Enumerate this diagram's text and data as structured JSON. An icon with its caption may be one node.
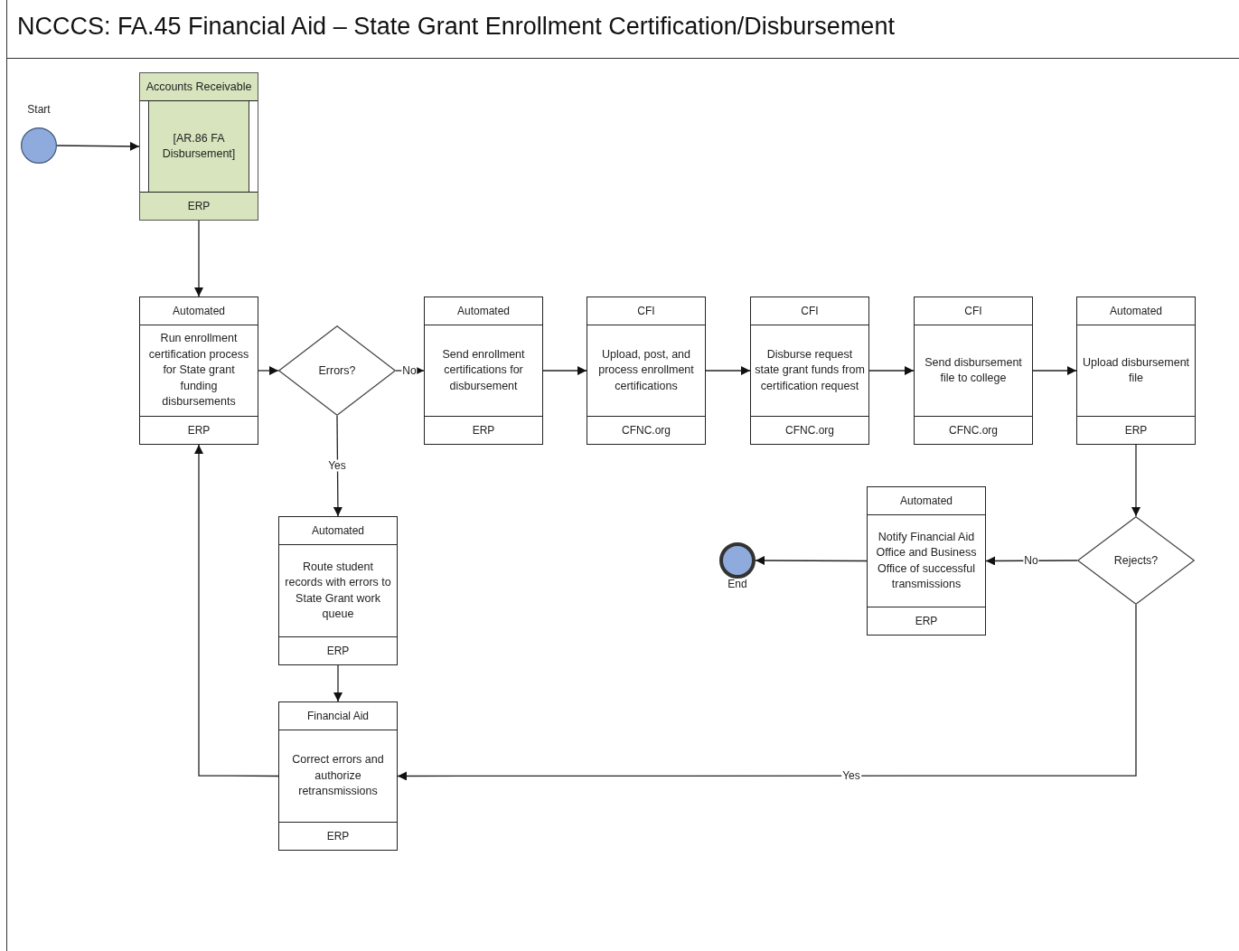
{
  "diagram": {
    "title": "NCCCS: FA.45 Financial Aid – State Grant Enrollment Certification/Disbursement",
    "nodes": [
      {
        "text": [],
        "shape": "circle",
        "beside": [
          "Start"
        ]
      },
      {
        "text": [
          "Accounts Receivable",
          "[AR.86 FA Disbursement]",
          "ERP"
        ]
      },
      {
        "text": [
          "Automated",
          "Run enrollment certification process for State grant funding disbursements",
          "ERP"
        ]
      },
      {
        "text": [
          "Errors?"
        ]
      },
      {
        "text": [
          "Automated",
          "Send enrollment certifications for disbursement",
          "ERP"
        ]
      },
      {
        "text": [
          "CFI",
          "Upload, post, and process enrollment certifications",
          "CFNC.org"
        ]
      },
      {
        "text": [
          "CFI",
          "Disburse request state grant funds from certification request",
          "CFNC.org"
        ]
      },
      {
        "text": [
          "CFI",
          "Send disbursement file to college",
          "CFNC.org"
        ]
      },
      {
        "text": [
          "Automated",
          "Upload disbursement file",
          "ERP"
        ]
      },
      {
        "text": [
          "Rejects?"
        ]
      },
      {
        "text": [
          "Automated",
          "Notify Financial Aid Office and Business Office of successful transmissions",
          "ERP"
        ]
      },
      {
        "text": [],
        "shape": "circle",
        "beside": [
          "End"
        ]
      },
      {
        "text": [
          "Automated",
          "Route student records with errors to State Grant work queue",
          "ERP"
        ]
      },
      {
        "text": [
          "Financial Aid",
          "Correct errors and authorize retransmissions",
          "ERP"
        ]
      }
    ],
    "edges": [
      {
        "from": 0,
        "to": 1,
        "arrow": "to"
      },
      {
        "from": 1,
        "to": 2,
        "arrow": "to"
      },
      {
        "from": 2,
        "to": 3,
        "arrow": "to"
      },
      {
        "from": 3,
        "to": 4,
        "arrow": "to",
        "label": "No"
      },
      {
        "from": 4,
        "to": 5,
        "arrow": "to"
      },
      {
        "from": 5,
        "to": 6,
        "arrow": "to"
      },
      {
        "from": 6,
        "to": 7,
        "arrow": "to"
      },
      {
        "from": 7,
        "to": 8,
        "arrow": "to"
      },
      {
        "from": 8,
        "to": 9,
        "arrow": "to"
      },
      {
        "from": 9,
        "to": 10,
        "arrow": "to",
        "label": "No"
      },
      {
        "from": 10,
        "to": 11,
        "arrow": "to"
      },
      {
        "from": 3,
        "to": 12,
        "arrow": "to",
        "label": "Yes"
      },
      {
        "from": 12,
        "to": 13,
        "arrow": "to"
      },
      {
        "from": 13,
        "to": 2,
        "arrow": "to"
      },
      {
        "from": 9,
        "to": 13,
        "arrow": "to",
        "label": "Yes"
      }
    ]
  }
}
